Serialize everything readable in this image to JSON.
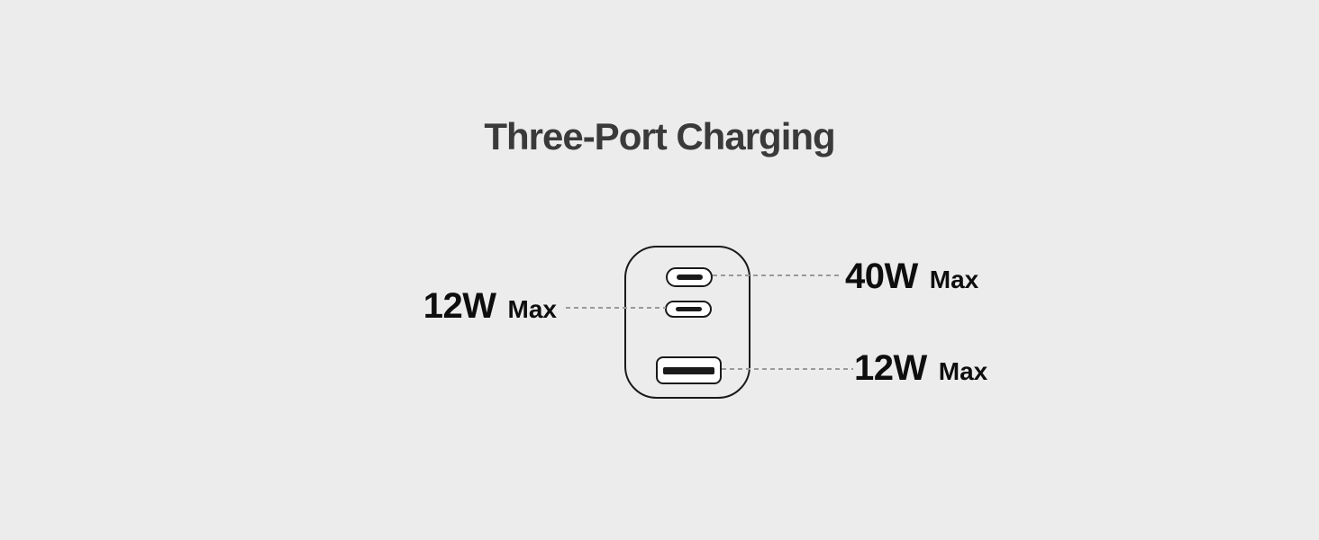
{
  "page": {
    "title": "Three-Port Charging",
    "background": "#ececec"
  },
  "colors": {
    "title_text": "#3a3a3a",
    "label_text": "#0e0e0e",
    "outline": "#1a1a1a",
    "port_fill": "#ffffff",
    "leader_line": "#9a9a9a"
  },
  "charger": {
    "view": "front-outline",
    "ports": [
      {
        "type": "usb-c",
        "position": "top",
        "label": {
          "value": "40W",
          "suffix": "Max",
          "side": "right"
        }
      },
      {
        "type": "usb-c",
        "position": "middle",
        "label": {
          "value": "12W",
          "suffix": "Max",
          "side": "left"
        }
      },
      {
        "type": "usb-a",
        "position": "bottom",
        "label": {
          "value": "12W",
          "suffix": "Max",
          "side": "right"
        }
      }
    ]
  }
}
